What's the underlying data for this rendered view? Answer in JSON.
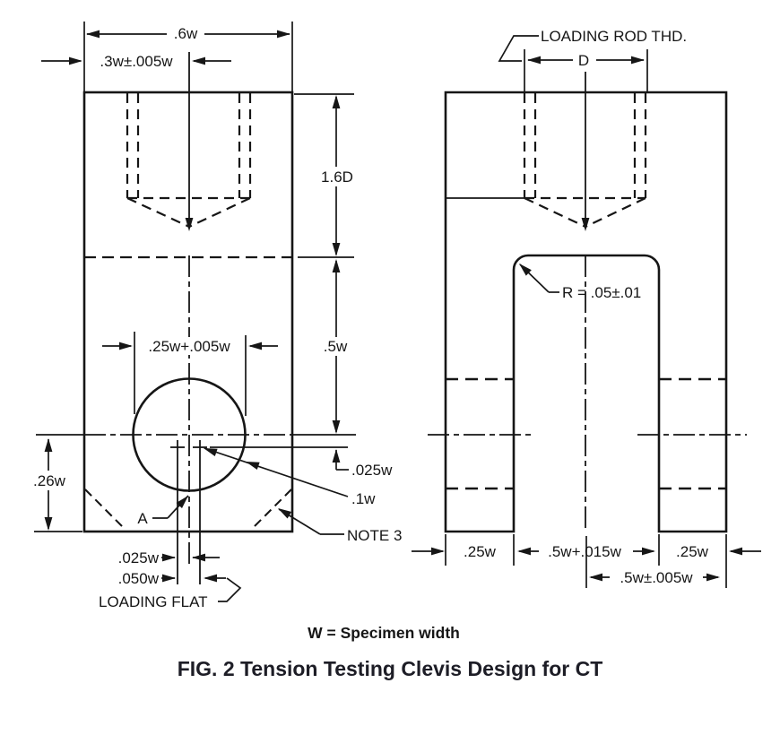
{
  "figure": {
    "caption_legend": "W = Specimen width",
    "caption_title": "FIG. 2 Tension Testing Clevis Design for CT"
  },
  "left_view": {
    "dim_total_width": ".6w",
    "dim_hole_offset": ".3w±.005w",
    "dim_thread_depth": "1.6D",
    "dim_hole_center_height": ".5w",
    "dim_hole_diameter": ".25w+.005w",
    "dim_flat_drop": ".025w",
    "dim_flat_span": ".1w",
    "dim_bottom_height": ".26w",
    "label_a": "A",
    "label_note3": "NOTE 3",
    "dim_flat_half": ".025w",
    "dim_flat_full": ".050w",
    "label_loading_flat": "LOADING FLAT"
  },
  "right_view": {
    "label_loading_rod": "LOADING ROD THD.",
    "dim_thread_dia": "D",
    "dim_corner_radius": "R = .05±.01",
    "dim_leg_left": ".25w",
    "dim_slot_width": ".5w+.015w",
    "dim_leg_right": ".25w",
    "dim_slot_half": ".5w±.005w"
  },
  "colors": {
    "ink": "#161616",
    "caption": "#1d1d26",
    "background": "#ffffff"
  }
}
